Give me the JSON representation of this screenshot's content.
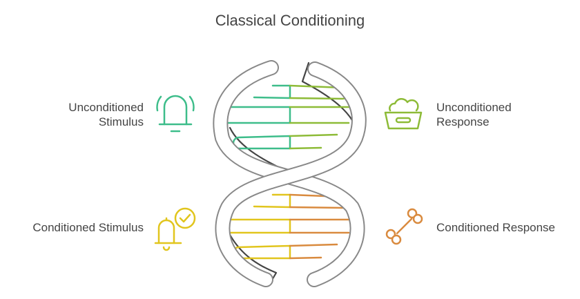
{
  "title": "Classical Conditioning",
  "items": [
    {
      "label_line1": "Unconditioned",
      "label_line2": "Stimulus",
      "icon": "alarm-bell-icon",
      "color": "#3dbd8a"
    },
    {
      "label_line1": "Unconditioned",
      "label_line2": "Response",
      "icon": "food-bowl-icon",
      "color": "#8dbb37"
    },
    {
      "label": "Conditioned Stimulus",
      "icon": "bell-check-icon",
      "color": "#e1c51d"
    },
    {
      "label": "Conditioned Response",
      "icon": "bone-icon",
      "color": "#d98a3e"
    }
  ]
}
